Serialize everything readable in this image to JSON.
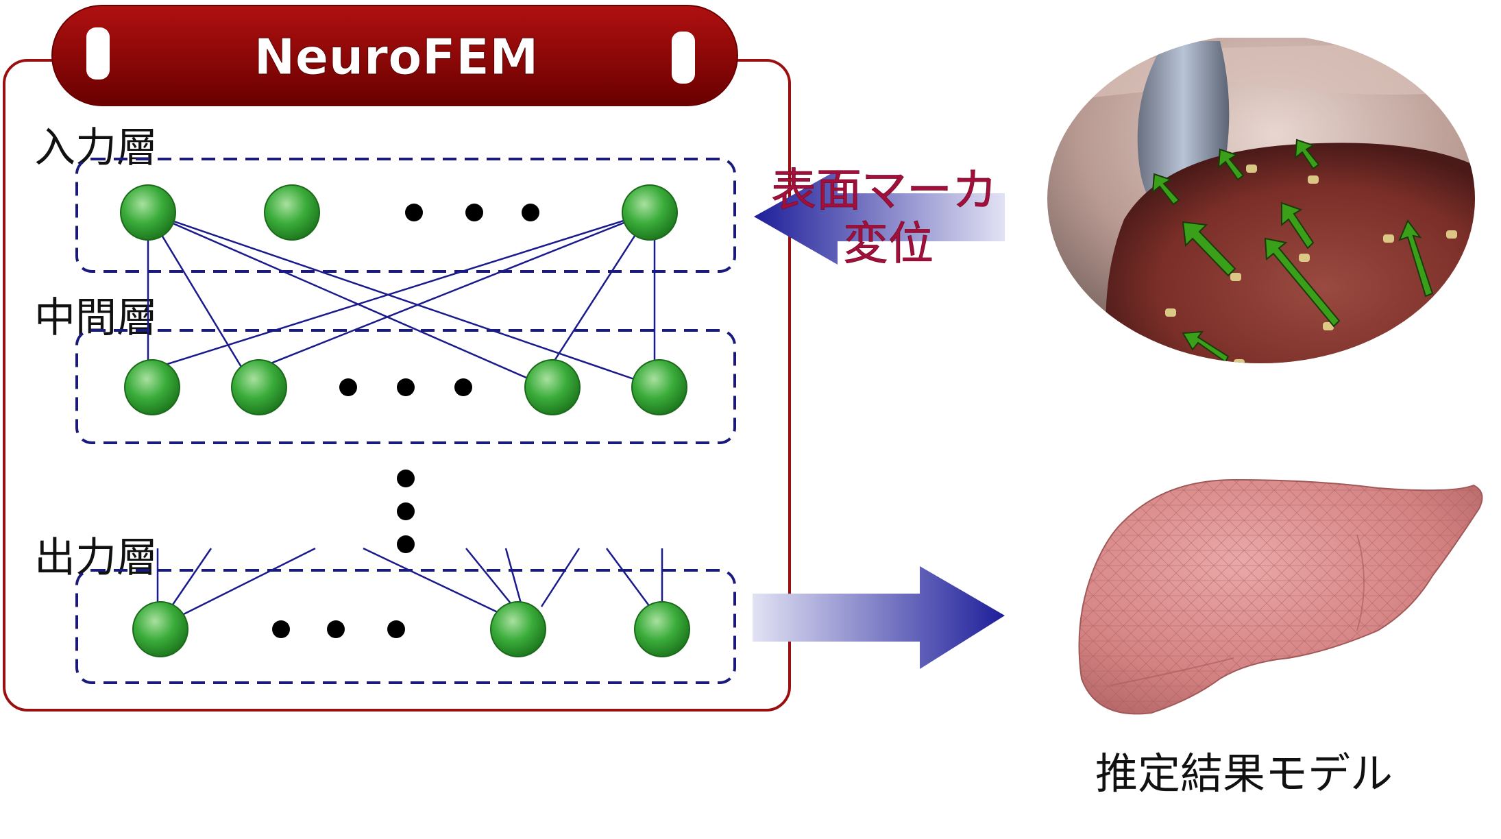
{
  "title": "NeuroFEM",
  "layers": {
    "input": "入力層",
    "middle": "中間層",
    "output": "出力層"
  },
  "arrow_label": {
    "line1": "表面マーカ",
    "line2": "変位"
  },
  "result_label": "推定結果モデル",
  "colors": {
    "frame": "#9a0f0f",
    "title_fill": "#8a0000",
    "node": "#2ea42e",
    "edge": "#1a1a8c",
    "dashed": "#1a1a7a",
    "arrow_dark": "#2222a0",
    "arrow_light": "#d8d8f0",
    "label_red": "#a0103a",
    "liver_model": "#d88a8a",
    "liver_photo": "#8a3a30",
    "marker_arrow": "#3aa01a"
  },
  "icons": [
    "liver-photo-image",
    "liver-mesh-model-image"
  ]
}
